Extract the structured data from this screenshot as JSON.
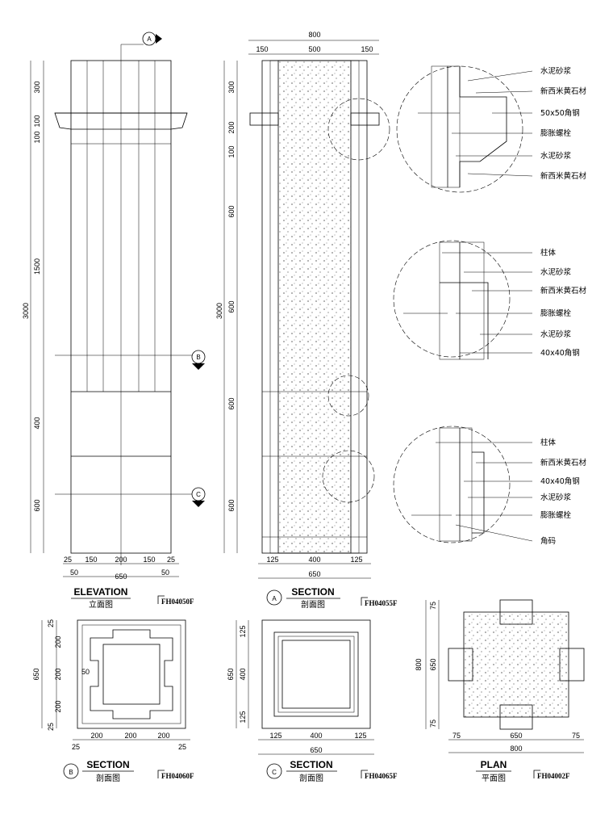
{
  "elevation": {
    "marker_a": "A",
    "marker_b": "B",
    "marker_c": "C",
    "dims_vertical": [
      "300",
      "100",
      "100",
      "1500",
      "400",
      "600"
    ],
    "total_height": "3000",
    "dims_bottom": [
      "25",
      "150",
      "200",
      "150",
      "25"
    ],
    "dims_bottom2": [
      "50",
      "650",
      "50"
    ],
    "title": "ELEVATION",
    "subtitle": "立面图",
    "code": "FH04050F"
  },
  "section_a": {
    "marker": "A",
    "dims_top": [
      "800",
      "150",
      "500",
      "150"
    ],
    "dims_vertical": [
      "300",
      "200",
      "100",
      "600",
      "600",
      "600",
      "600"
    ],
    "total_height": "3000",
    "dims_bottom": [
      "125",
      "400",
      "125"
    ],
    "dims_total": "650",
    "title": "SECTION",
    "subtitle": "剖面图",
    "code": "FH04055F"
  },
  "detail_1": {
    "labels": [
      "水泥砂浆",
      "新西米黄石材",
      "50x50角钢",
      "膨胀螺栓",
      "水泥砂浆",
      "新西米黄石材"
    ]
  },
  "detail_2": {
    "labels": [
      "柱体",
      "水泥砂浆",
      "新西米黄石材",
      "膨胀螺栓",
      "水泥砂浆",
      "40x40角钢"
    ]
  },
  "detail_3": {
    "labels": [
      "柱体",
      "新西米黄石材",
      "40x40角钢",
      "水泥砂浆",
      "膨胀螺栓",
      "角码"
    ]
  },
  "section_b": {
    "marker": "B",
    "dims_left": [
      "25",
      "200",
      "200",
      "200",
      "25"
    ],
    "total": "650",
    "inner": "50",
    "dims_bottom": [
      "25",
      "200",
      "200",
      "200",
      "25"
    ],
    "title": "SECTION",
    "subtitle": "剖面图",
    "code": "FH04060F"
  },
  "section_c": {
    "marker": "C",
    "dims_left": [
      "125",
      "400",
      "125"
    ],
    "total": "650",
    "dims_bottom": [
      "125",
      "400",
      "125"
    ],
    "title": "SECTION",
    "subtitle": "剖面图",
    "code": "FH04065F"
  },
  "plan": {
    "dims_left": [
      "75",
      "650",
      "75"
    ],
    "total": "800",
    "dims_bottom": [
      "75",
      "650",
      "75"
    ],
    "title": "PLAN",
    "subtitle": "平面图",
    "code": "FH04002F"
  }
}
